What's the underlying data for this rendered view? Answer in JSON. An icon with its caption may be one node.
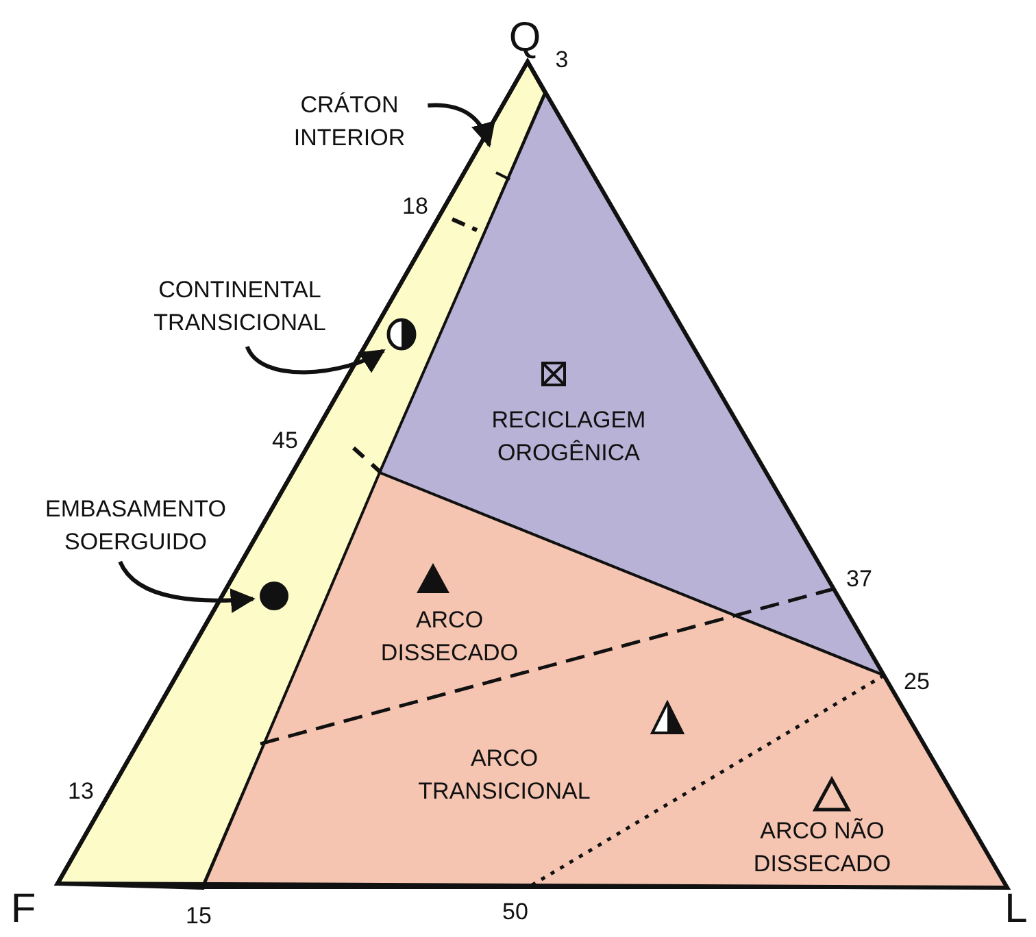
{
  "diagram": {
    "nodes": [
      {
        "text": [
          "CRÁTON INTERIOR"
        ]
      },
      {
        "text": [
          "CONTINENTAL TRANSICIONAL"
        ]
      },
      {
        "text": [],
        "shape": "circle"
      },
      {
        "text": [
          "EMBASAMENTO SOERGUIDO"
        ]
      },
      {
        "text": [],
        "shape": "circle"
      }
    ],
    "edges": [
      {
        "from": 0,
        "to": null,
        "arrow": "to"
      },
      {
        "from": 1,
        "to": 2,
        "arrow": "to"
      },
      {
        "from": 3,
        "to": 4,
        "arrow": "to"
      }
    ],
    "labels": [
      "Q",
      "3",
      "18",
      "RECICLAGEM OROGÊNICA",
      "45",
      "37",
      "ARCO DISSECADO",
      "25",
      "ARCO TRANSICIONAL",
      "13",
      "ARCO NÃO DISSECADO",
      "F",
      "15",
      "50",
      "L"
    ]
  }
}
